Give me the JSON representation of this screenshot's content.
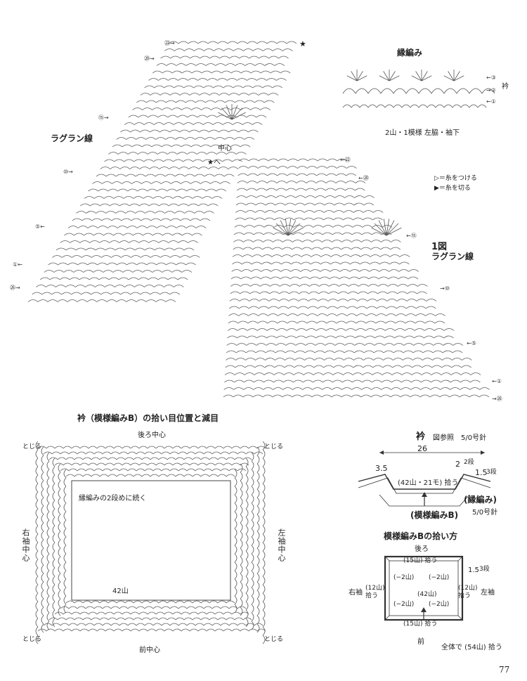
{
  "page_number": "77",
  "raglan_left": {
    "label": "ラグラン線",
    "rows": [
      "22",
      "20",
      "15",
      "10",
      "5",
      "1",
      "26"
    ]
  },
  "raglan_right": {
    "center_label": "中心",
    "star": "★へ",
    "figure_label": "1図",
    "label": "ラグラン線",
    "rows": [
      "22",
      "20",
      "15",
      "10",
      "5",
      "1",
      "26"
    ]
  },
  "edging": {
    "title": "縁編み",
    "collar_label": "衿",
    "rows": [
      "3",
      "2",
      "1"
    ],
    "repeat_label": "2山・1模様",
    "side_label": "左脇・袖下"
  },
  "legend": {
    "attach": "▷＝糸をつける",
    "cut": "▶＝糸を切る"
  },
  "collar_diagram": {
    "title": "衿（模様編みB）の拾い目位置と減目",
    "back_center": "後ろ中心",
    "front_center": "前中心",
    "close_tl": "とじる",
    "close_tr": "とじる",
    "close_bl": "とじる",
    "close_br": "とじる",
    "right_sleeve_center": "右袖中心",
    "left_sleeve_center": "左袖中心",
    "continue_note": "縁編みの2段めに続く",
    "count_42": "42山"
  },
  "collar_spec": {
    "title": "衿",
    "note": "図参照　5/0号針",
    "width": "26",
    "left_val": "3.5",
    "right_val": "2",
    "right_rows_a": "2段",
    "right_val2": "1.5",
    "right_rows_b": "3段",
    "pickup": "(42山・21モ) 拾う",
    "pattern_b": "(模様編みB)",
    "edging_label": "(縁編み)",
    "needle": "5/0号針"
  },
  "pickup_diagram": {
    "title": "模様編みBの拾い方",
    "back": "後ろ",
    "front": "前",
    "top_count": "(15山) 拾う",
    "bottom_count": "(15山) 拾う",
    "left_dec_top": "(−2山)",
    "right_dec_top": "(−2山)",
    "left_dec_bot": "(−2山)",
    "right_dec_bot": "(−2山)",
    "center_count": "(42山)",
    "right_sleeve": "右袖",
    "left_sleeve": "左袖",
    "left_count": "(12山) 拾う",
    "right_count": "(12山) 拾う",
    "side_val": "1.5",
    "side_rows": "3段",
    "total": "全体で (54山) 拾う"
  }
}
